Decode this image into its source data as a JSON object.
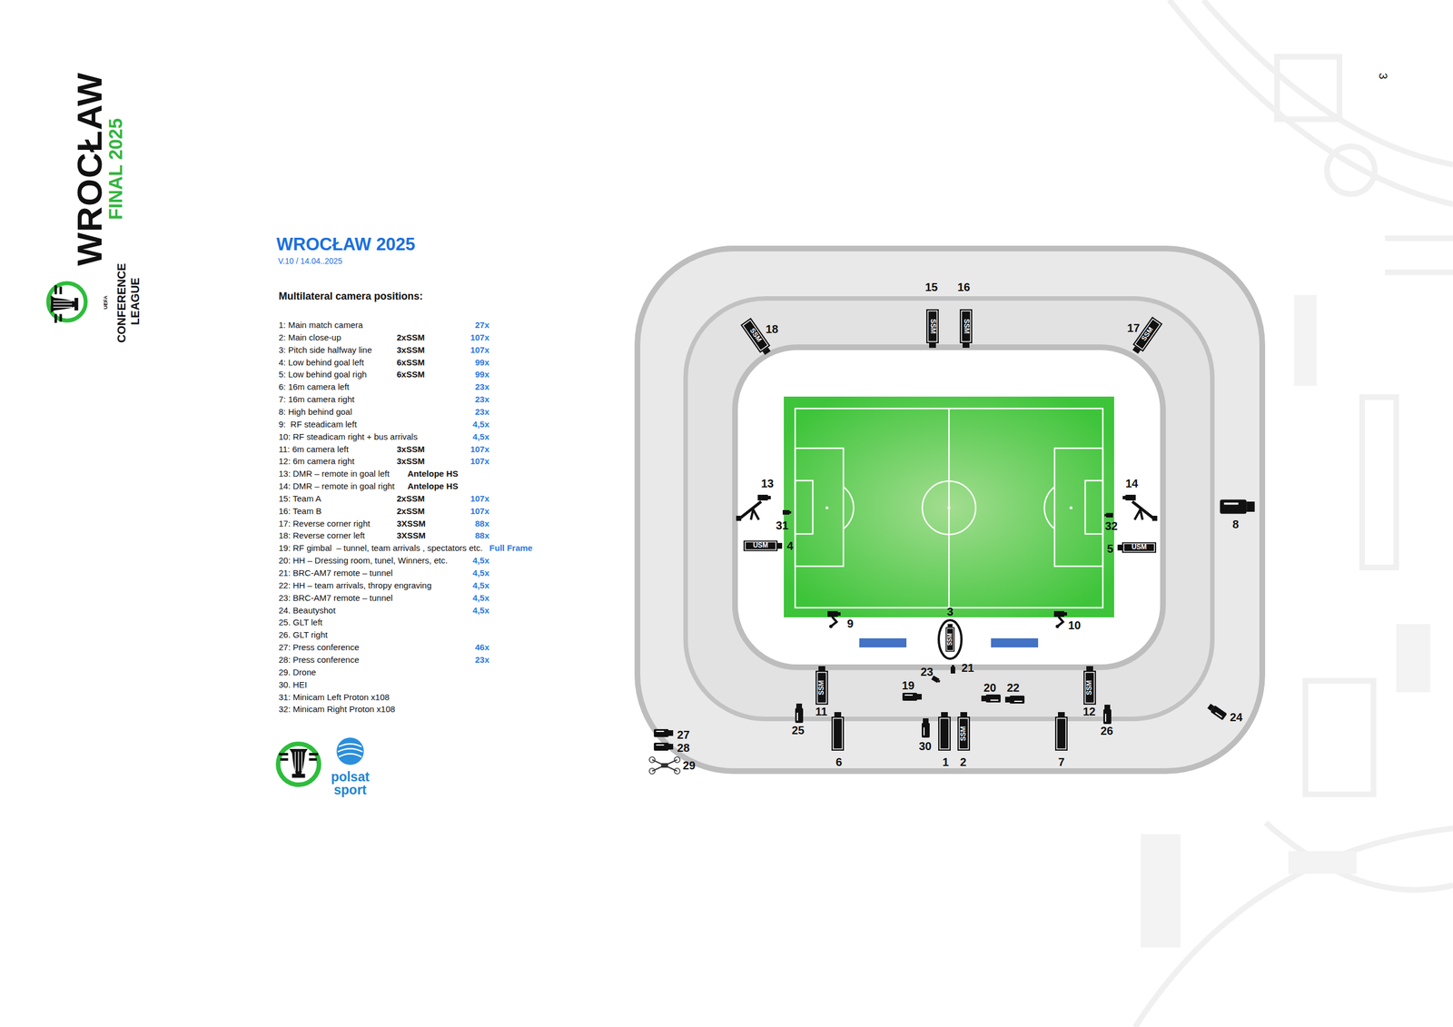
{
  "diagram": {
    "title": "WROCŁAW 2025",
    "labels": [
      "WROCŁAW",
      "FINAL 2025",
      "CONFERENCE",
      "LEAGUE",
      "UEFA",
      "V.10 / 14.04..2025",
      "Multilateral camera positions:",
      "1: Main match camera",
      "27x",
      "2: Main close-up",
      "2xSSM",
      "107x",
      "3: Pitch side halfway line",
      "3xSSM",
      "107x",
      "4: Low behind goal left",
      "6xSSM",
      "99x",
      "5: Low behind goal righ",
      "6xSSM",
      "99x",
      "6: 16m camera left",
      "23x",
      "7: 16m camera right",
      "23x",
      "8: High behind goal",
      "23x",
      "9:  RF steadicam left",
      "4,5x",
      "10: RF steadicam right + bus arrivals",
      "4,5x",
      "11: 6m camera left",
      "3xSSM",
      "107x",
      "12: 6m camera right",
      "3xSSM",
      "107x",
      "13: DMR – remote in goal left",
      "Antelope HS",
      "14: DMR – remote in goal right",
      "Antelope HS",
      "15: Team A",
      "2xSSM",
      "107x",
      "16: Team B",
      "2xSSM",
      "107x",
      "17: Reverse corner right",
      "3XSSM",
      "88x",
      "18: Reverse corner left",
      "3XSSM",
      "88x",
      "19: RF gimbal  – tunnel, team arrivals , spectators etc.",
      "Full Frame",
      "20: HH – Dressing room, tunel, Winners, etc.",
      "4,5x",
      "21: BRC-AM7 remote – tunnel",
      "4,5x",
      "22: HH – team arrivals, thropy engraving",
      "4,5x",
      "23: BRC-AM7 remote – tunnel",
      "4,5x",
      "24. Beautyshot",
      "4,5x",
      "25. GLT left",
      "26. GLT right",
      "27: Press conference",
      "46x",
      "28: Press conference",
      "23x",
      "29. Drone",
      "30. HEI",
      "31: Minicam Left Proton x108",
      "32: Minicam Right Proton x108",
      "polsat",
      "sport",
      "3",
      "1",
      "2",
      "3",
      "4",
      "5",
      "6",
      "7",
      "8",
      "9",
      "10",
      "11",
      "12",
      "13",
      "14",
      "15",
      "16",
      "17",
      "18",
      "19",
      "20",
      "21",
      "22",
      "23",
      "24",
      "25",
      "26",
      "27",
      "28",
      "29",
      "30",
      "31",
      "32",
      "SSM",
      "SSM",
      "SSM",
      "SSM",
      "SSM",
      "SSM",
      "SSM",
      "SSM",
      "USM",
      "USM"
    ]
  }
}
